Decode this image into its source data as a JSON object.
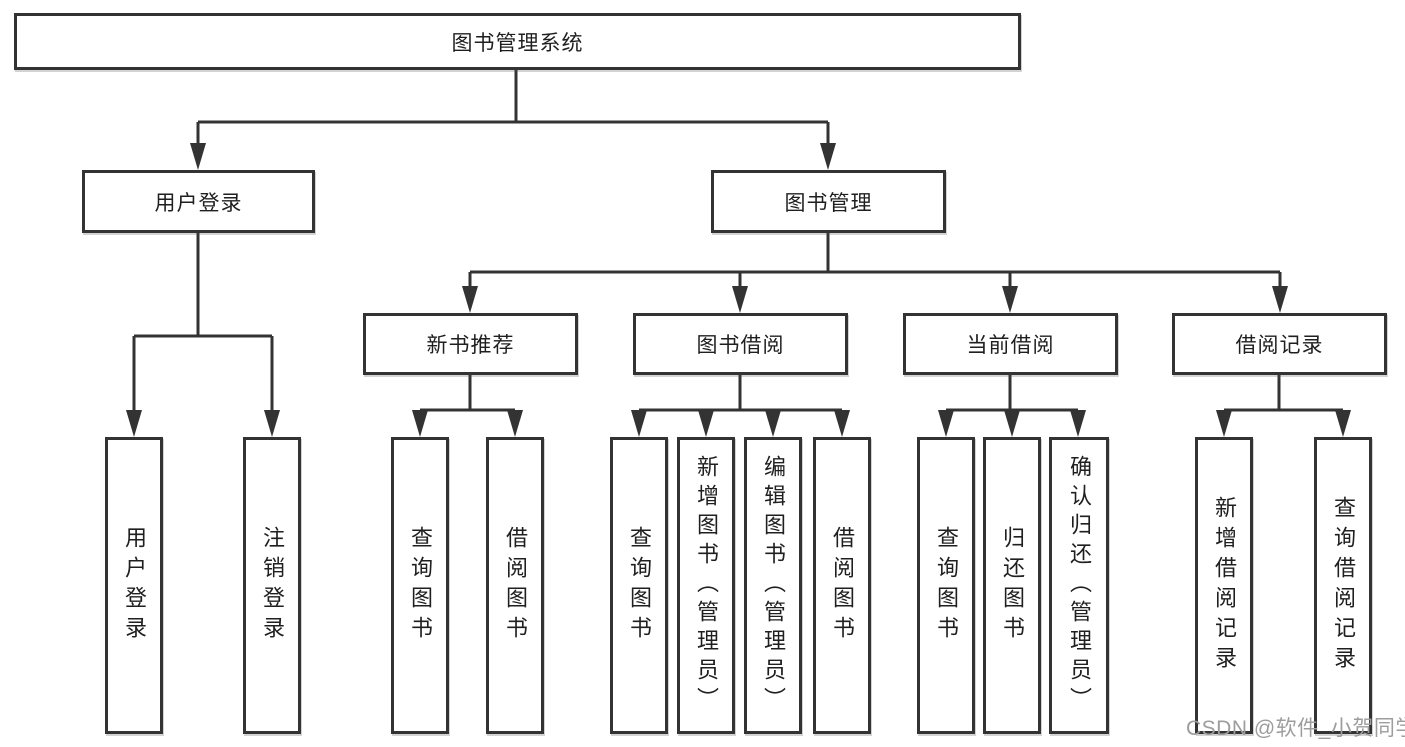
{
  "diagram": {
    "root": "图书管理系统",
    "level2": {
      "user_login": "用户登录",
      "book_management": "图书管理"
    },
    "level3": {
      "new_book_recommend": "新书推荐",
      "book_borrowing": "图书借阅",
      "current_borrowing": "当前借阅",
      "borrowing_records": "借阅记录"
    },
    "level4": {
      "user_login": "用户登录",
      "logout": "注销登录",
      "nb_query_books": "查询图书",
      "nb_borrow_books": "借阅图书",
      "bb_query_books": "查询图书",
      "bb_add_books": "新增图书（管理员）",
      "bb_edit_books": "编辑图书（管理员）",
      "bb_borrow_books": "借阅图书",
      "cb_query_books": "查询图书",
      "cb_return_books": "归还图书",
      "cb_confirm_return": "确认归还（管理员）",
      "br_add_record": "新增借阅记录",
      "br_query_record": "查询借阅记录"
    },
    "watermark": "CSDN @软件_小贺同学",
    "colors": {
      "line": "#333333",
      "text": "#1f1f1f",
      "watermark": "#9d9d9d",
      "background": "#ffffff"
    }
  }
}
